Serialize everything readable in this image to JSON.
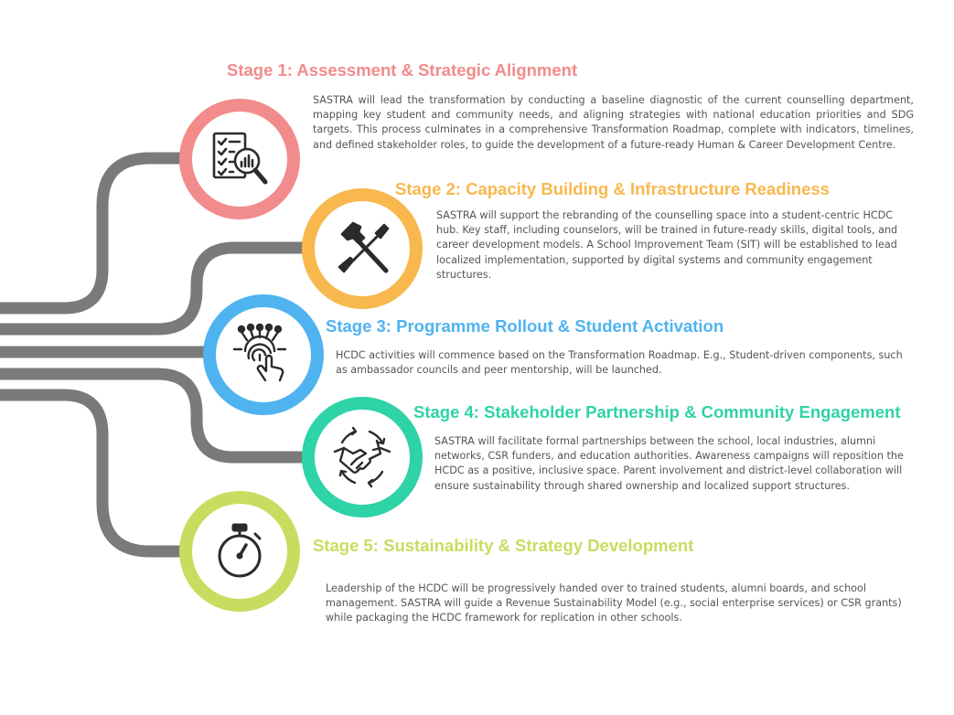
{
  "stages": [
    {
      "title": "Stage 1: Assessment & Strategic Alignment",
      "description": "SASTRA will lead the transformation by conducting a baseline diagnostic of the current counselling department, mapping key student and community needs, and aligning strategies with national education priorities and SDG targets. This process culminates in a comprehensive Transformation Roadmap, complete with indicators, timelines, and defined stakeholder roles, to guide the development of a future-ready Human & Career Development Centre.",
      "color": "#f28b8b",
      "icon": "checklist-analytics-icon"
    },
    {
      "title": "Stage 2: Capacity Building & Infrastructure Readiness",
      "description": "SASTRA will support the rebranding of the counselling space into a student-centric HCDC hub. Key staff, including counselors, will be trained in future-ready skills, digital tools, and career development models. A School Improvement Team (SIT) will be established to lead localized implementation, supported by digital systems and community engagement structures.",
      "color": "#f8b84e",
      "icon": "hammer-screwdriver-icon"
    },
    {
      "title": "Stage 3: Programme Rollout & Student Activation",
      "description": "HCDC activities will commence based on the Transformation Roadmap. E.g., Student-driven components, such as ambassador councils and peer mentorship, will be launched.",
      "color": "#4fb3f0",
      "icon": "fingerprint-touch-icon"
    },
    {
      "title": "Stage 4: Stakeholder Partnership & Community Engagement",
      "description": "SASTRA will facilitate formal partnerships between the school, local industries, alumni networks, CSR funders, and education authorities. Awareness campaigns will reposition the HCDC as a positive, inclusive space. Parent involvement and district-level collaboration will ensure sustainability through shared ownership and localized support structures.",
      "color": "#2ed3a7",
      "icon": "handshake-cycle-icon"
    },
    {
      "title": "Stage 5: Sustainability & Strategy Development",
      "description": "Leadership of the HCDC will be progressively handed over to trained students, alumni boards, and school management. SASTRA will guide a Revenue Sustainability Model (e.g., social enterprise services) or CSR grants) while packaging the HCDC framework for replication in other schools.",
      "color": "#c7dd5f",
      "icon": "stopwatch-icon"
    }
  ],
  "line_color": "#7a7a7a",
  "icon_color": "#2b2b2b"
}
